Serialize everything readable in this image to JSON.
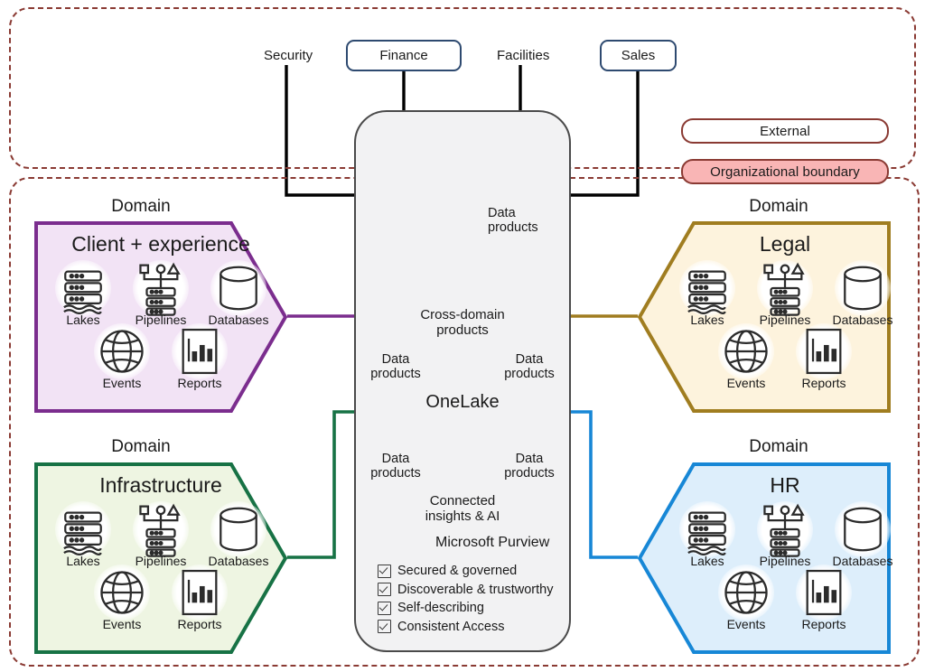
{
  "legend": {
    "external": "External",
    "organizational_boundary": "Organizational boundary",
    "external_color": "#8a3a33",
    "org_fill": "#f9b5b5"
  },
  "external_sources": [
    {
      "name": "Security",
      "boxed": false
    },
    {
      "name": "Finance",
      "boxed": true
    },
    {
      "name": "Facilities",
      "boxed": false
    },
    {
      "name": "Sales",
      "boxed": true
    }
  ],
  "domains": [
    {
      "id": "client",
      "header": "Domain",
      "name": "Client + experience",
      "border_color": "#7b2d8e",
      "fill_color": "#f2e3f5",
      "capabilities": [
        "Lakes",
        "Pipelines",
        "Databases",
        "Events",
        "Reports"
      ]
    },
    {
      "id": "infrastructure",
      "header": "Domain",
      "name": "Infrastructure",
      "border_color": "#177245",
      "fill_color": "#eef5e2",
      "capabilities": [
        "Lakes",
        "Pipelines",
        "Databases",
        "Events",
        "Reports"
      ]
    },
    {
      "id": "legal",
      "header": "Domain",
      "name": "Legal",
      "border_color": "#a07d20",
      "fill_color": "#fdf3dd",
      "capabilities": [
        "Lakes",
        "Pipelines",
        "Databases",
        "Events",
        "Reports"
      ]
    },
    {
      "id": "hr",
      "header": "Domain",
      "name": "HR",
      "border_color": "#1787d6",
      "fill_color": "#ddeefb",
      "capabilities": [
        "Lakes",
        "Pipelines",
        "Databases",
        "Events",
        "Reports"
      ]
    }
  ],
  "fabric": {
    "data_product_label": "Data\nproducts",
    "cross_domain_label": "Cross-domain\nproducts",
    "onelake_label": "OneLake",
    "insights_label": "Connected\ninsights & AI",
    "purview_label": "Microsoft Purview",
    "checklist": [
      "Secured & governed",
      "Discoverable & trustworthy",
      "Self-describing",
      "Consistent Access"
    ]
  },
  "connectors": [
    {
      "from": "client",
      "to": "fabric",
      "color": "#7b2d8e"
    },
    {
      "from": "infrastructure",
      "to": "fabric",
      "color": "#177245"
    },
    {
      "from": "legal",
      "to": "fabric",
      "color": "#a07d20"
    },
    {
      "from": "hr",
      "to": "fabric",
      "color": "#1787d6"
    },
    {
      "from": "security",
      "to": "fabric",
      "color": "#000000"
    },
    {
      "from": "finance",
      "to": "fabric",
      "color": "#000000"
    },
    {
      "from": "facilities",
      "to": "fabric",
      "color": "#000000"
    },
    {
      "from": "sales",
      "to": "fabric",
      "color": "#000000"
    }
  ]
}
